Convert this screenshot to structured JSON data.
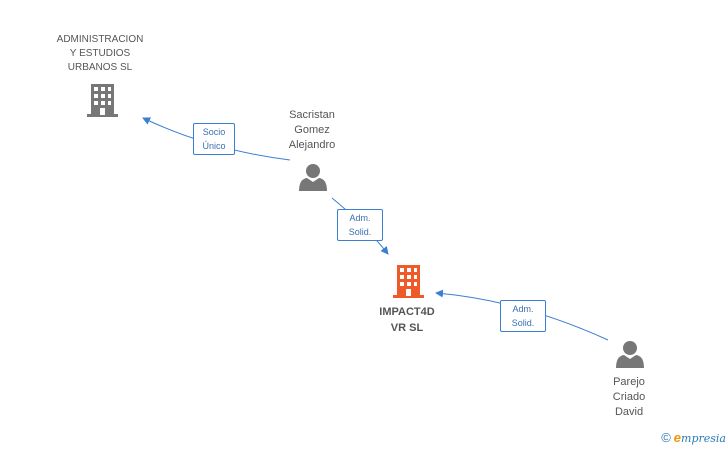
{
  "nodes": {
    "admin_company": {
      "label": "ADMINISTRACION\nY ESTUDIOS\nURBANOS SL",
      "icon": "building-icon",
      "color": "#777777"
    },
    "sacristan": {
      "label": "Sacristan\nGomez\nAlejandro",
      "icon": "person-icon",
      "color": "#777777"
    },
    "impact4d": {
      "label": "IMPACT4D\nVR SL",
      "icon": "building-icon",
      "color": "#f05a28"
    },
    "parejo": {
      "label": "Parejo\nCriado\nDavid",
      "icon": "person-icon",
      "color": "#777777"
    }
  },
  "edges": {
    "socio_unico": {
      "label": "Socio\nÚnico"
    },
    "adm_solid_1": {
      "label": "Adm.\nSolid."
    },
    "adm_solid_2": {
      "label": "Adm.\nSolid."
    }
  },
  "brand": {
    "copyright": "©",
    "e": "e",
    "rest": "mpresia"
  },
  "colors": {
    "edge": "#3b7fd1"
  }
}
